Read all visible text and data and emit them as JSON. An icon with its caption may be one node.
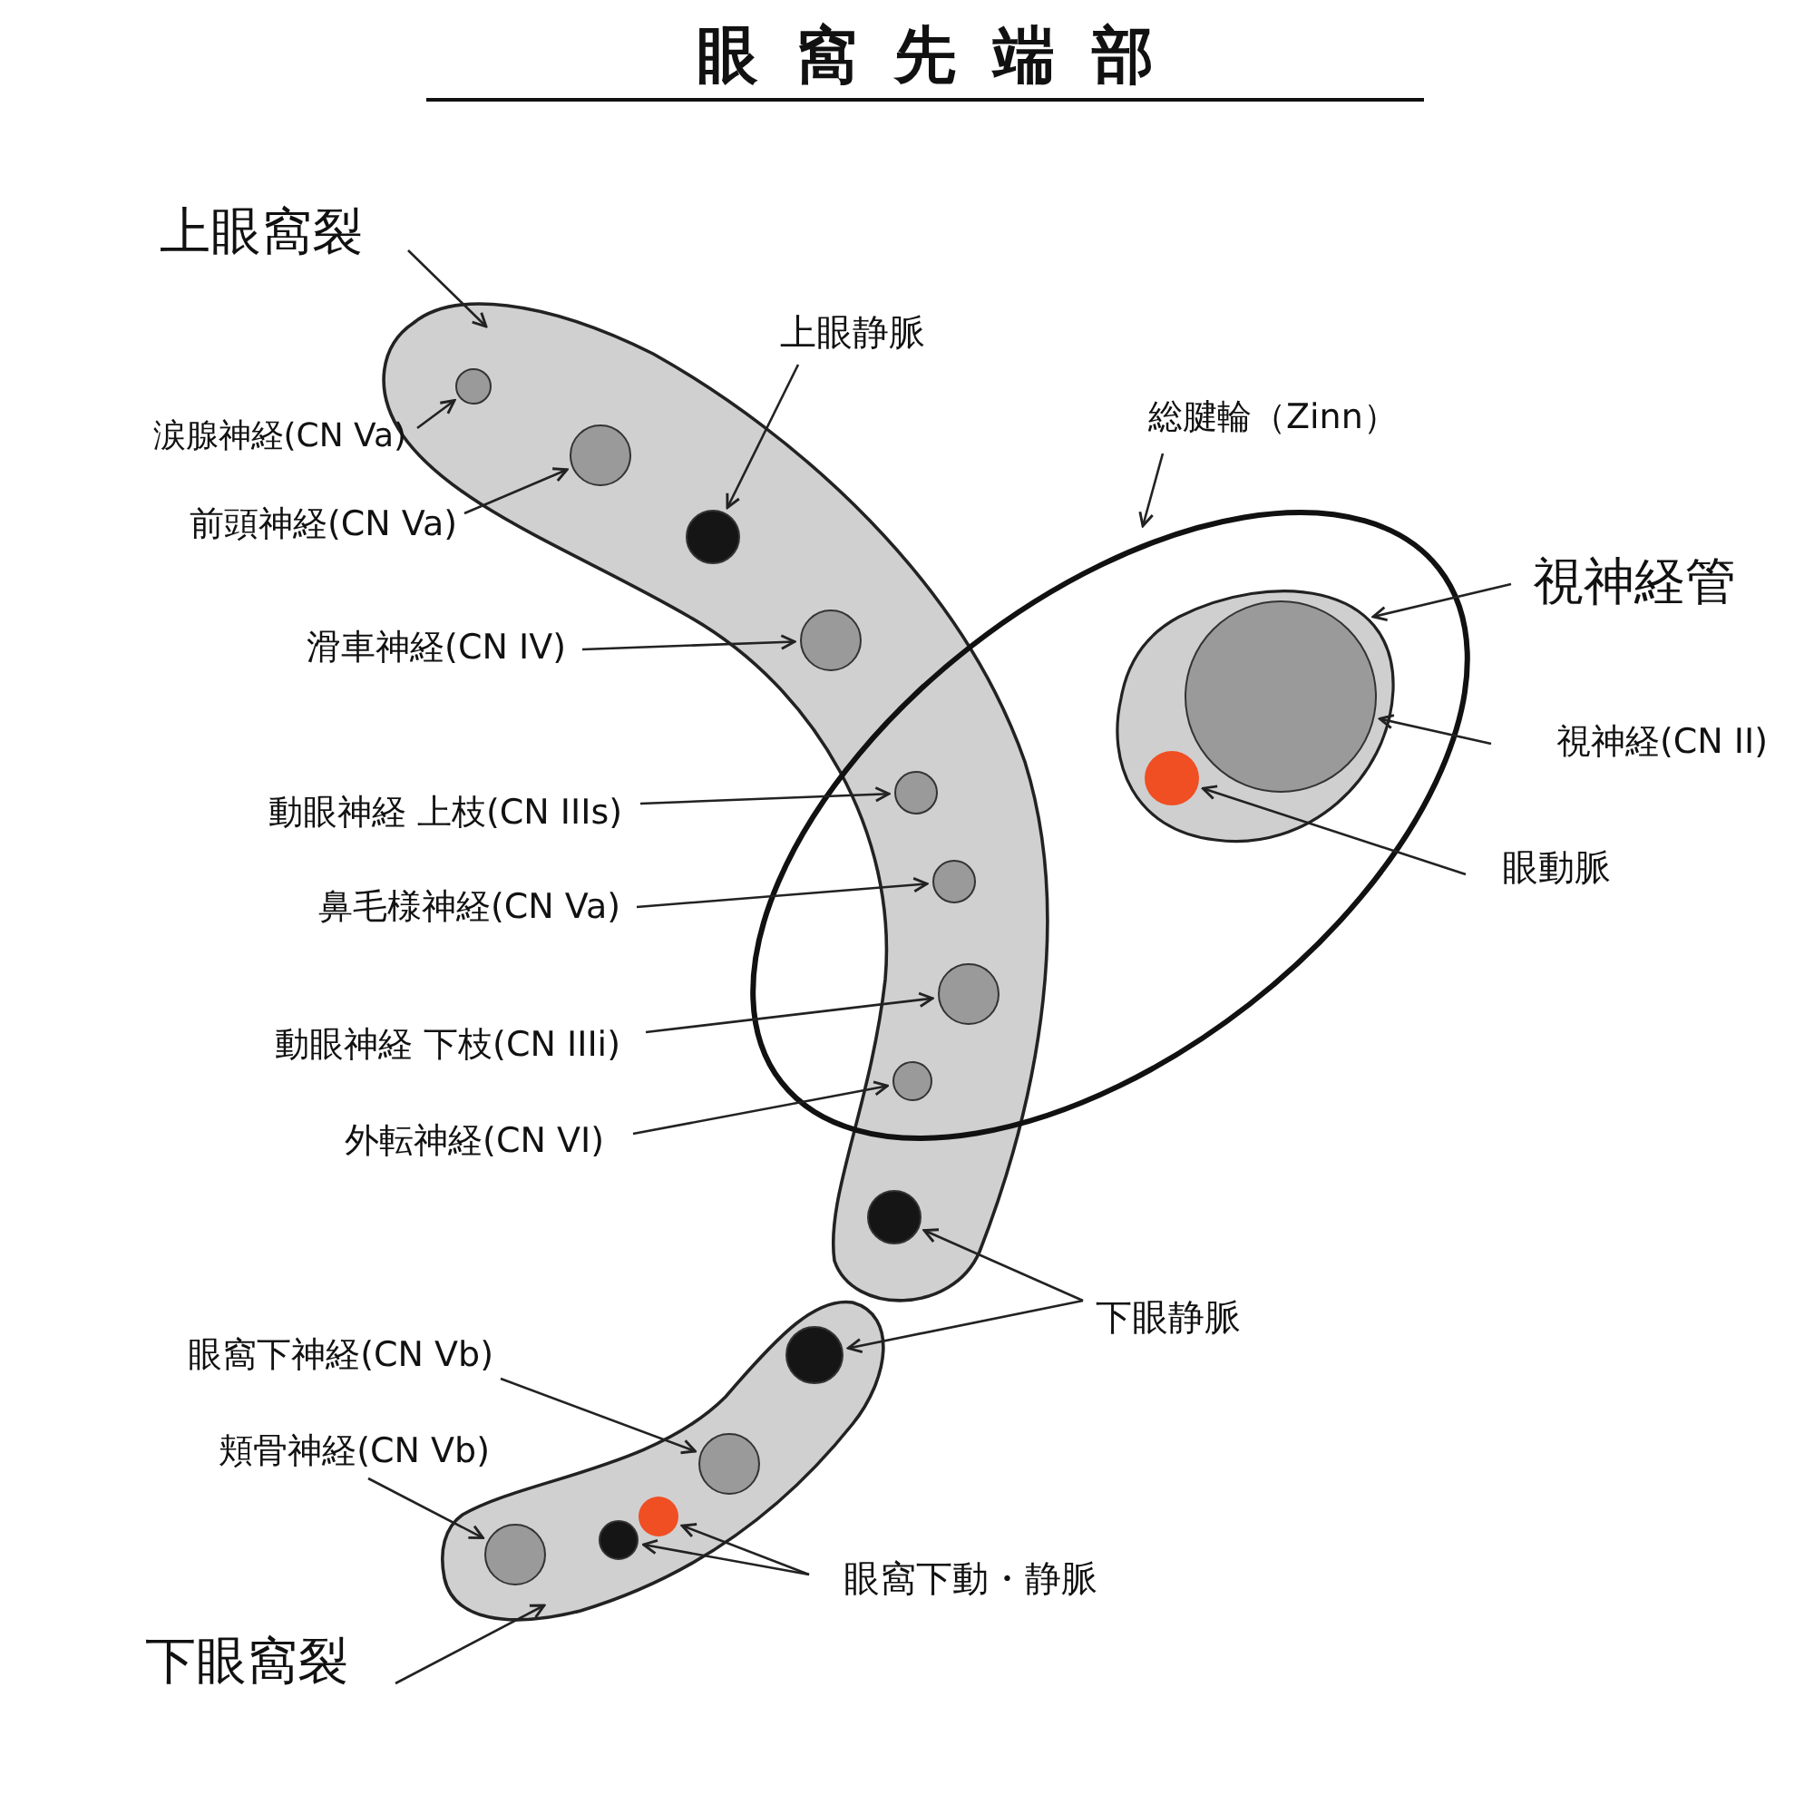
{
  "diagram": {
    "title": "眼窩先端部",
    "nodes": [
      {
        "text": [
          "上眼窩裂"
        ]
      },
      {
        "text": [],
        "shape": "band"
      },
      {
        "text": [],
        "shape": "circle",
        "in": 1
      },
      {
        "text": [],
        "shape": "circle",
        "in": 1
      },
      {
        "text": [],
        "shape": "circle",
        "in": 1
      },
      {
        "text": [],
        "shape": "circle",
        "in": 1
      },
      {
        "text": [],
        "shape": "circle"
      },
      {
        "text": [],
        "shape": "circle"
      },
      {
        "text": [],
        "shape": "circle"
      },
      {
        "text": [],
        "shape": "circle"
      },
      {
        "text": [],
        "shape": "circle",
        "in": 1
      },
      {
        "text": [],
        "shape": "ellipse"
      },
      {
        "text": [],
        "shape": "oval",
        "in": 11
      },
      {
        "text": [],
        "shape": "circle",
        "in": 12
      },
      {
        "text": [],
        "shape": "circle",
        "in": 12
      },
      {
        "text": [],
        "shape": "band"
      },
      {
        "text": [],
        "shape": "circle",
        "in": 15
      },
      {
        "text": [],
        "shape": "circle",
        "in": 15
      },
      {
        "text": [],
        "shape": "circle",
        "in": 15
      },
      {
        "text": [],
        "shape": "circle",
        "in": 15
      },
      {
        "text": [],
        "shape": "circle",
        "in": 15
      },
      {
        "text": [
          "涙腺神経(CN Va)"
        ]
      },
      {
        "text": [
          "前頭神経(CN Va)"
        ]
      },
      {
        "text": [
          "上眼静脈"
        ]
      },
      {
        "text": [
          "滑車神経(CN IV)"
        ]
      },
      {
        "text": [
          "総腱輪（Zinn）"
        ]
      },
      {
        "text": [
          "視神経管"
        ]
      },
      {
        "text": [
          "視神経(CN II)"
        ]
      },
      {
        "text": [
          "眼動脈"
        ]
      },
      {
        "text": [
          "動眼神経 上枝(CN IIIs)"
        ]
      },
      {
        "text": [
          "鼻毛様神経(CN Va)"
        ]
      },
      {
        "text": [
          "動眼神経 下枝(CN IIIi)"
        ]
      },
      {
        "text": [
          "外転神経(CN VI)"
        ]
      },
      {
        "text": [
          "下眼静脈"
        ]
      },
      {
        "text": [
          "眼窩下神経(CN Vb)"
        ]
      },
      {
        "text": [
          "頬骨神経(CN Vb)"
        ]
      },
      {
        "text": [
          "眼窩下動・静脈"
        ]
      },
      {
        "text": [
          "下眼窩裂"
        ]
      }
    ],
    "edges": [
      {
        "from": 0,
        "to": 1,
        "arrow": "to"
      },
      {
        "from": 21,
        "to": 2,
        "arrow": "to"
      },
      {
        "from": 22,
        "to": 3,
        "arrow": "to"
      },
      {
        "from": 23,
        "to": 4,
        "arrow": "to"
      },
      {
        "from": 24,
        "to": 5,
        "arrow": "to"
      },
      {
        "from": 29,
        "to": 6,
        "arrow": "to"
      },
      {
        "from": 30,
        "to": 7,
        "arrow": "to"
      },
      {
        "from": 31,
        "to": 8,
        "arrow": "to"
      },
      {
        "from": 32,
        "to": 9,
        "arrow": "to"
      },
      {
        "from": 25,
        "to": 11,
        "arrow": "to"
      },
      {
        "from": 26,
        "to": 12,
        "arrow": "to"
      },
      {
        "from": 27,
        "to": 13,
        "arrow": "to"
      },
      {
        "from": 28,
        "to": 14,
        "arrow": "to"
      },
      {
        "from": 33,
        "to": 10,
        "arrow": "to"
      },
      {
        "from": 33,
        "to": 16,
        "arrow": "to"
      },
      {
        "from": 34,
        "to": 17,
        "arrow": "to"
      },
      {
        "from": 35,
        "to": 20,
        "arrow": "to"
      },
      {
        "from": 36,
        "to": 18,
        "arrow": "to"
      },
      {
        "from": 36,
        "to": 19,
        "arrow": "to"
      },
      {
        "from": 37,
        "to": 15,
        "arrow": "to"
      }
    ]
  }
}
